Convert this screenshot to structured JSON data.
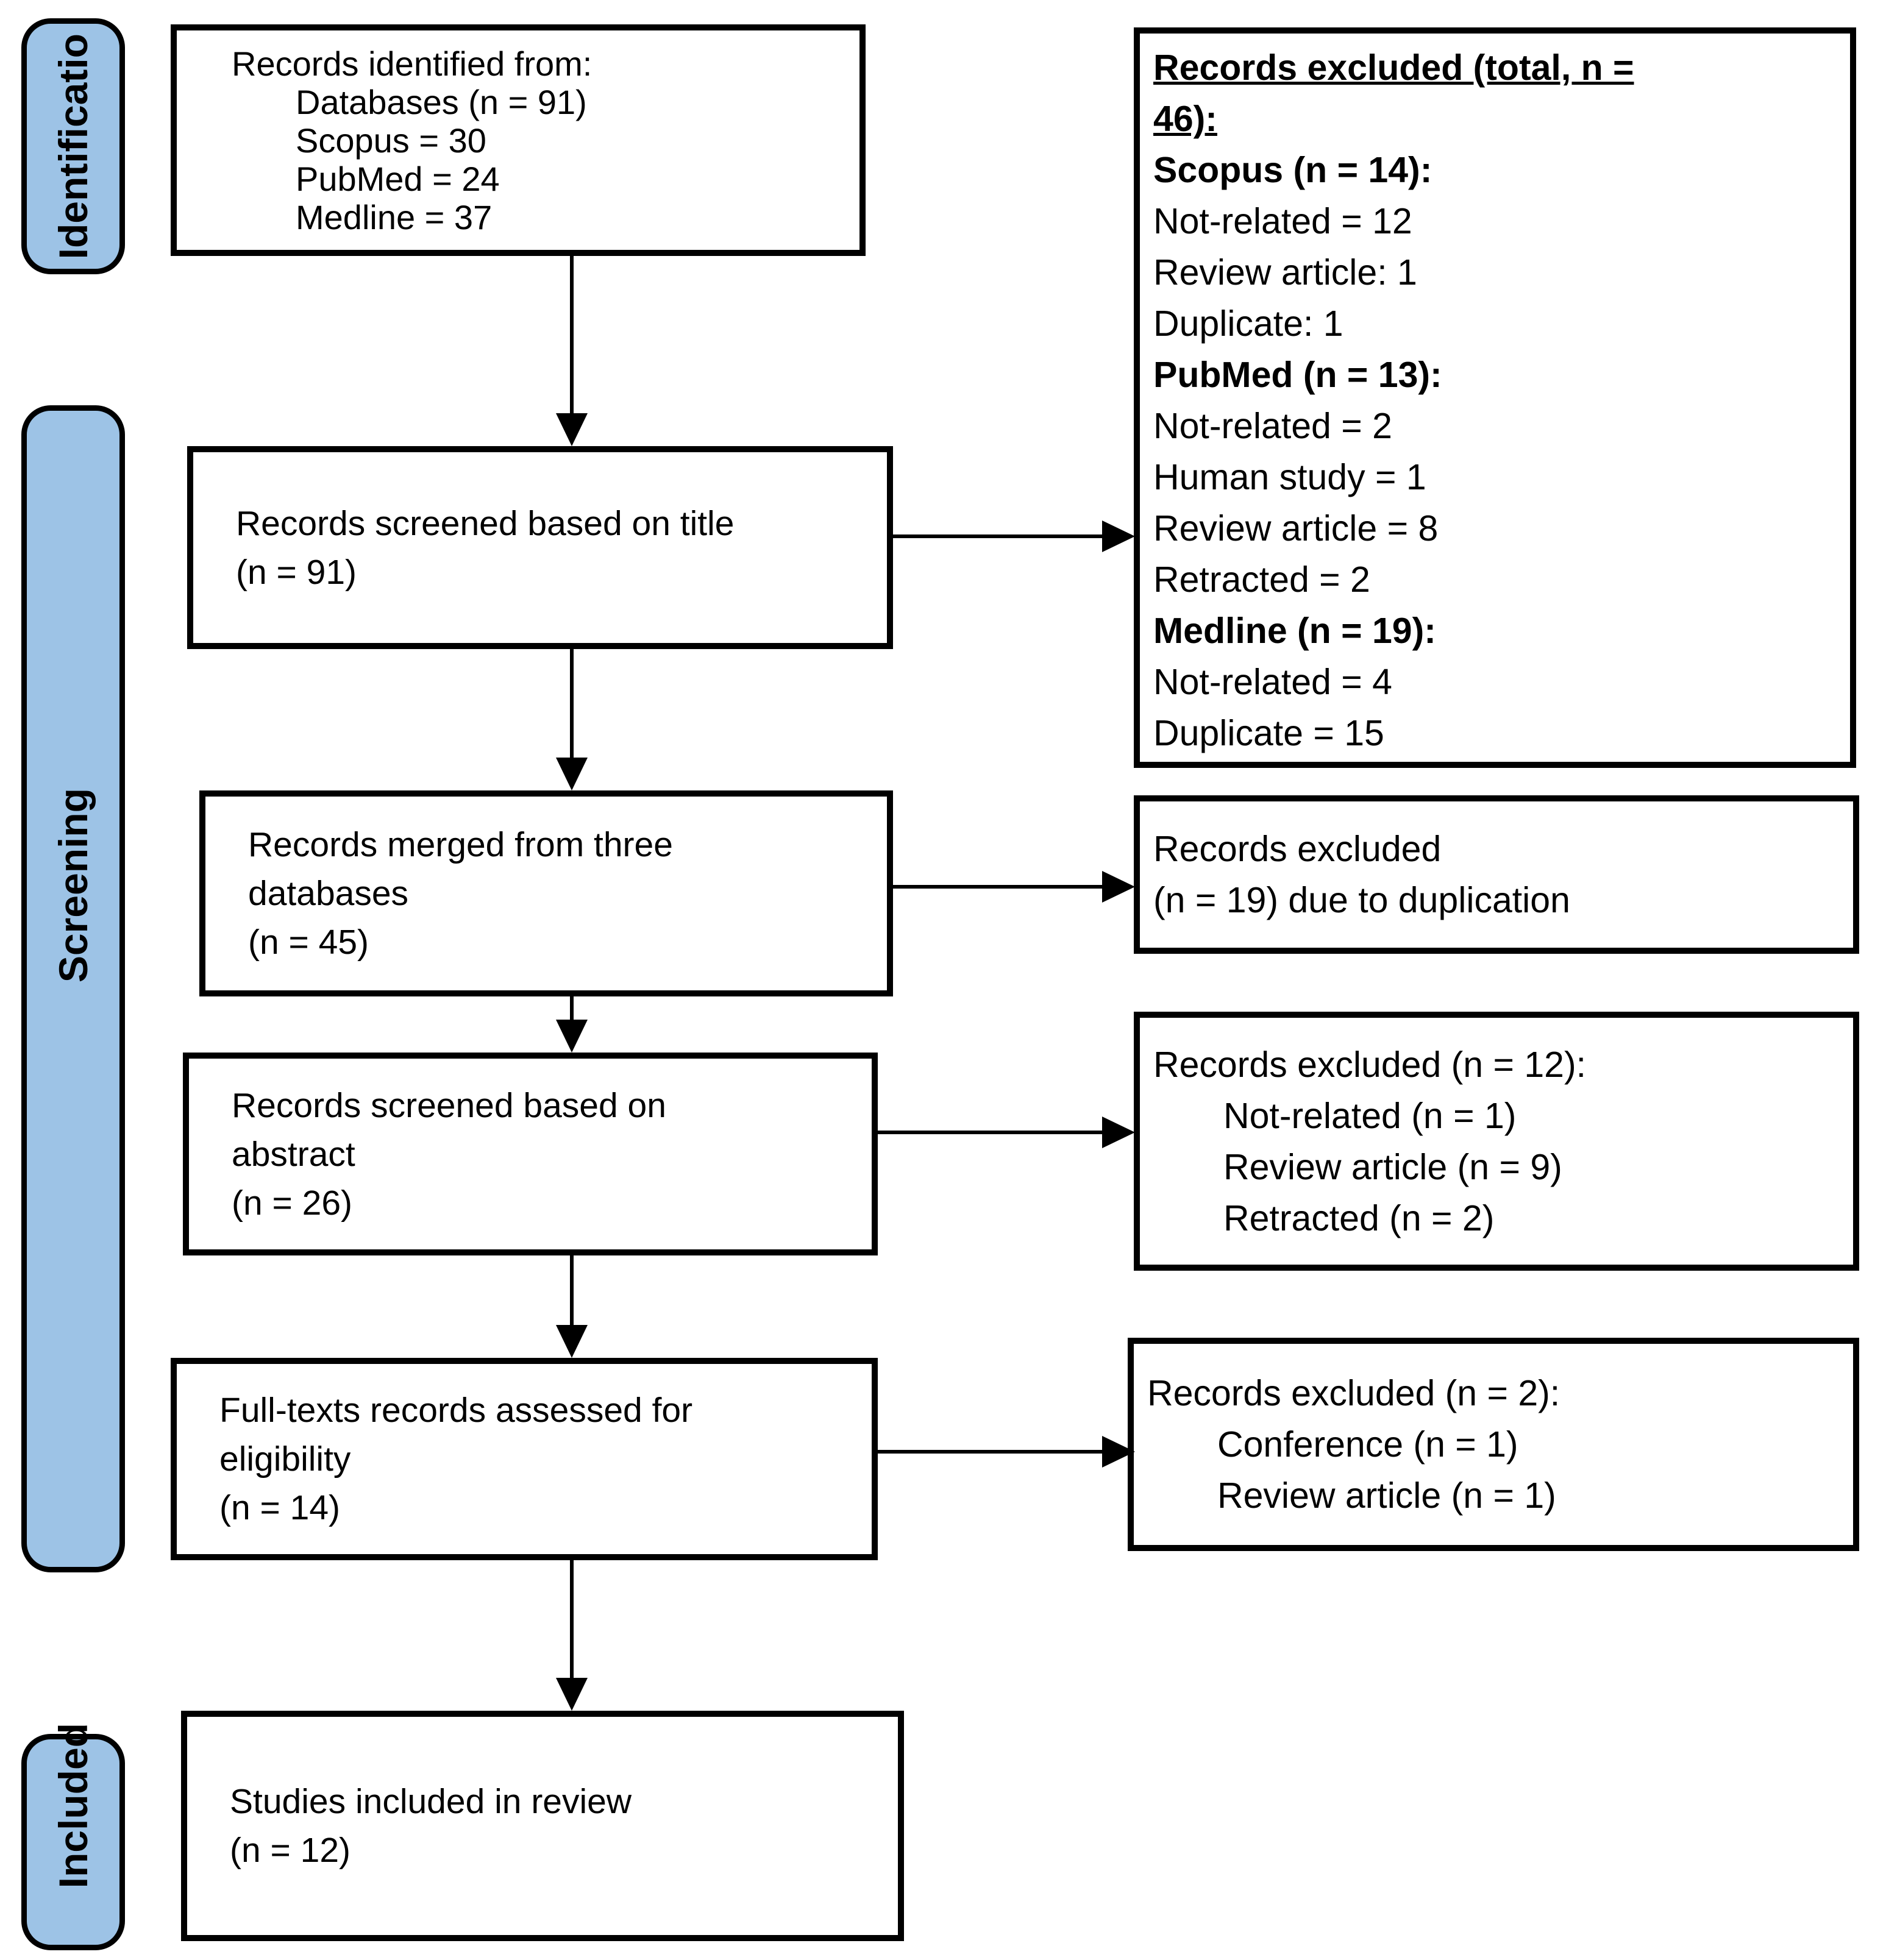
{
  "stages": [
    {
      "label": "Identificatio"
    },
    {
      "label": "Screening"
    },
    {
      "label": "Included"
    }
  ],
  "flow_boxes": [
    {
      "name": "records-identified",
      "lines": [
        {
          "text": "Records identified from:",
          "indent": 0
        },
        {
          "text": "Databases (n = 91)",
          "indent": 1
        },
        {
          "text": "Scopus = 30",
          "indent": 1
        },
        {
          "text": "PubMed = 24",
          "indent": 1
        },
        {
          "text": "Medline = 37",
          "indent": 1
        }
      ]
    },
    {
      "name": "records-screened-title",
      "lines": [
        {
          "text": "Records screened based on title"
        },
        {
          "text": "(n = 91)"
        }
      ]
    },
    {
      "name": "records-merged",
      "lines": [
        {
          "text": "Records merged from three"
        },
        {
          "text": "databases"
        },
        {
          "text": "(n = 45)"
        }
      ]
    },
    {
      "name": "records-screened-abstract",
      "lines": [
        {
          "text": "Records screened based on"
        },
        {
          "text": "abstract"
        },
        {
          "text": "(n = 26)"
        }
      ]
    },
    {
      "name": "fulltext-assessed",
      "lines": [
        {
          "text": "Full-texts records assessed for"
        },
        {
          "text": "eligibility"
        },
        {
          "text": "(n = 14)"
        }
      ]
    },
    {
      "name": "studies-included",
      "lines": [
        {
          "text": "Studies included in review"
        },
        {
          "text": "(n = 12)"
        }
      ]
    }
  ],
  "exclusion_boxes": [
    {
      "name": "records-excluded-total",
      "lines": [
        {
          "text": "Records excluded (total, n =",
          "bold": true,
          "underline": true
        },
        {
          "text": "46):",
          "bold": true,
          "underline": true
        },
        {
          "text": "Scopus (n = 14):",
          "bold": true
        },
        {
          "text": "Not-related = 12"
        },
        {
          "text": "Review article: 1"
        },
        {
          "text": "Duplicate: 1"
        },
        {
          "text": "PubMed (n = 13):",
          "bold": true
        },
        {
          "text": "Not-related = 2"
        },
        {
          "text": "Human study = 1"
        },
        {
          "text": "Review article = 8"
        },
        {
          "text": "Retracted = 2"
        },
        {
          "text": "Medline (n = 19):",
          "bold": true
        },
        {
          "text": "Not-related = 4"
        },
        {
          "text": "Duplicate = 15"
        }
      ]
    },
    {
      "name": "records-excluded-duplication",
      "lines": [
        {
          "text": "Records excluded"
        },
        {
          "text": "(n = 19) due to duplication"
        }
      ]
    },
    {
      "name": "records-excluded-abstract",
      "lines": [
        {
          "text": "Records excluded (n = 12):"
        },
        {
          "text": "Not-related (n = 1)",
          "indent": 1
        },
        {
          "text": "Review article (n = 9)",
          "indent": 1
        },
        {
          "text": "Retracted (n = 2)",
          "indent": 1
        }
      ]
    },
    {
      "name": "records-excluded-fulltext",
      "lines": [
        {
          "text": "Records excluded (n = 2):"
        },
        {
          "text": "Conference (n = 1)",
          "indent": 1
        },
        {
          "text": "Review article (n = 1)",
          "indent": 1
        }
      ]
    }
  ],
  "colors": {
    "stage_fill": "#9DC3E6",
    "border": "#000000",
    "background": "#FFFFFF",
    "text": "#000000"
  }
}
